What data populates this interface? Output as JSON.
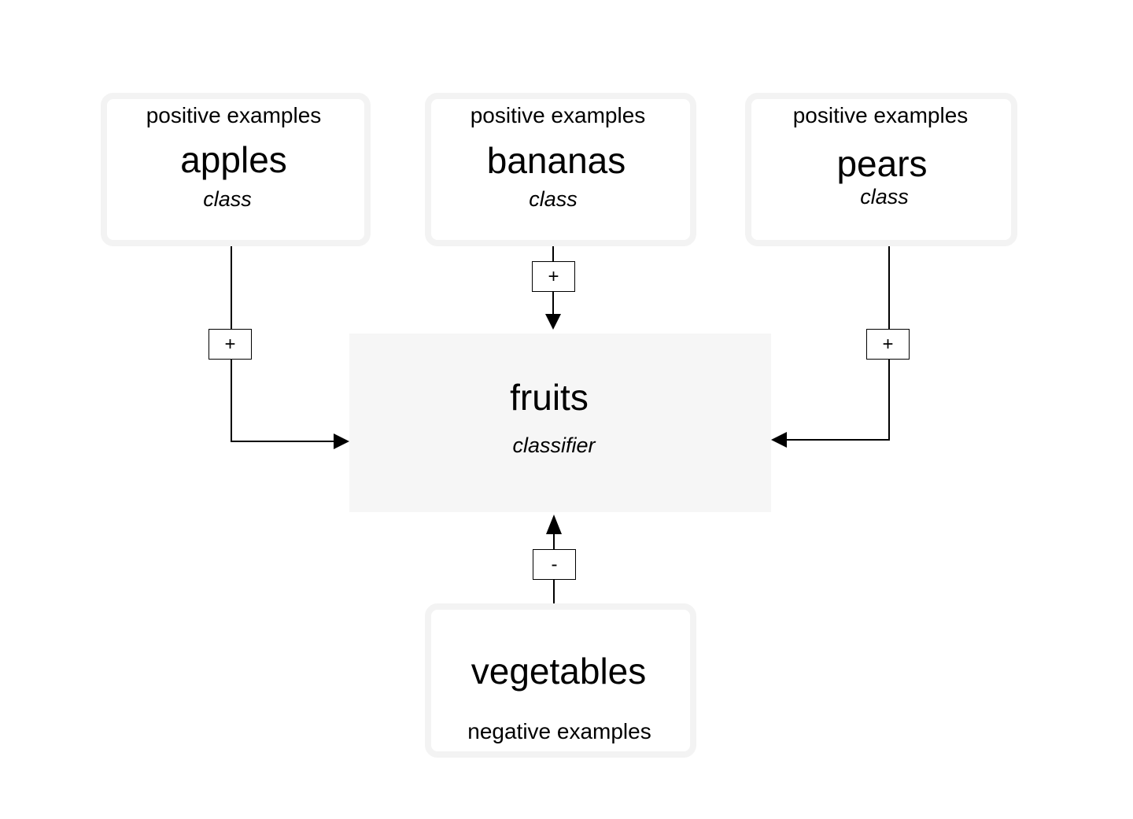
{
  "classes": [
    {
      "caption": "positive examples",
      "name": "apples",
      "kind": "class",
      "sign": "+"
    },
    {
      "caption": "positive examples",
      "name": "bananas",
      "kind": "class",
      "sign": "+"
    },
    {
      "caption": "positive examples",
      "name": "pears",
      "kind": "class",
      "sign": "+"
    }
  ],
  "classifier": {
    "name": "fruits",
    "kind": "classifier"
  },
  "negative": {
    "name": "vegetables",
    "caption": "negative examples",
    "sign": "-"
  }
}
